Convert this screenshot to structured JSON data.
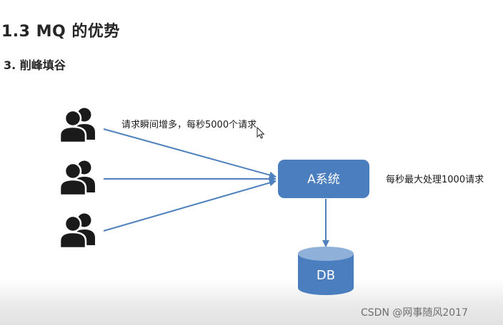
{
  "title": "1.3 MQ 的优势",
  "subtitle": "3. 削峰填谷",
  "request_label": "请求瞬间增多，每秒5000个请求",
  "system_label": "A系统",
  "capacity_label": "每秒最大处理1000请求",
  "db_label": "DB",
  "watermark": "CSDN @网事随风2017",
  "icons": [
    "user-group-icon",
    "user-group-icon",
    "user-group-icon",
    "cursor-icon"
  ],
  "colors": {
    "box_fill": "#4a7ebf",
    "arrow": "#4f81bd",
    "db_top": "#8eb0d9",
    "icon": "#1a1a1a"
  }
}
